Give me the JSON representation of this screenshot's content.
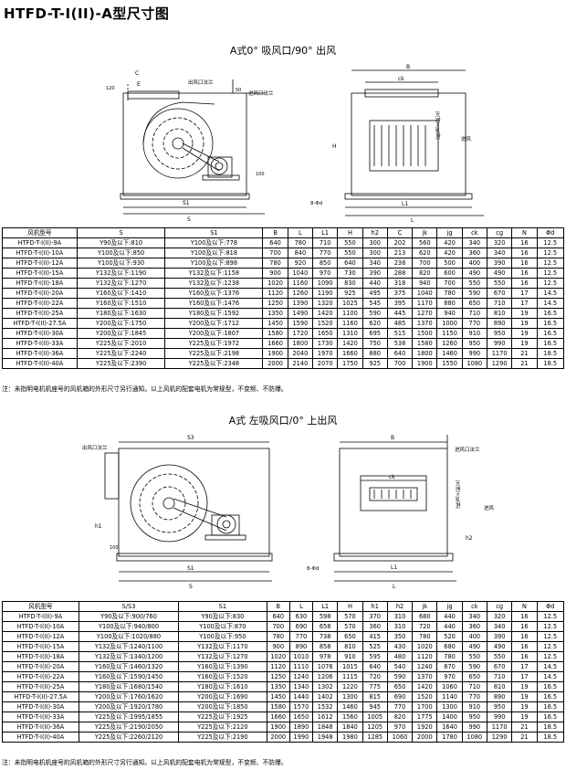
{
  "page_title": "HTFD-T-I(II)-A型尺寸图",
  "section1": {
    "subtitle": "A式0°  吸风口/90°  出风",
    "labels": {
      "C": "C",
      "E": "E",
      "outlet_flange": "出风口法兰",
      "inlet_flange": "进风口法兰",
      "dim_50": "50",
      "dim_100": "100",
      "dim_120": "120",
      "S1": "S1",
      "S": "S",
      "B": "B",
      "ck": "ck",
      "L1": "L1",
      "L": "L",
      "H": "H",
      "jk": "jk(宽)×jg(高)",
      "airflow": "进风",
      "bolt": "8-Φd"
    },
    "columns": [
      "风机型号",
      "S",
      "S1",
      "B",
      "L",
      "L1",
      "H",
      "h2",
      "C",
      "jk",
      "jg",
      "ck",
      "cg",
      "N",
      "Φd"
    ],
    "rows": [
      [
        "HTFD-T-I(II)-9A",
        "Y90及以下:810",
        "Y100及以下:778",
        "640",
        "780",
        "710",
        "550",
        "300",
        "202",
        "560",
        "420",
        "340",
        "320",
        "16",
        "12.5"
      ],
      [
        "HTFD-T-I(II)-10A",
        "Y100及以下:850",
        "Y100及以下:818",
        "700",
        "840",
        "770",
        "550",
        "300",
        "213",
        "620",
        "420",
        "360",
        "340",
        "16",
        "12.5"
      ],
      [
        "HTFD-T-I(II)-12A",
        "Y100及以下:930",
        "Y100及以下:898",
        "780",
        "920",
        "850",
        "640",
        "340",
        "238",
        "700",
        "500",
        "400",
        "390",
        "16",
        "12.5"
      ],
      [
        "HTFD-T-I(II)-15A",
        "Y132及以下:1190",
        "Y132及以下:1158",
        "900",
        "1040",
        "970",
        "730",
        "390",
        "288",
        "820",
        "600",
        "490",
        "490",
        "16",
        "12.5"
      ],
      [
        "HTFD-T-I(II)-18A",
        "Y132及以下:1270",
        "Y132及以下:1238",
        "1020",
        "1160",
        "1090",
        "830",
        "440",
        "318",
        "940",
        "700",
        "550",
        "550",
        "16",
        "12.5"
      ],
      [
        "HTFD-T-I(II)-20A",
        "Y160及以下:1410",
        "Y160及以下:1376",
        "1120",
        "1260",
        "1190",
        "925",
        "495",
        "375",
        "1040",
        "780",
        "590",
        "670",
        "17",
        "14.5"
      ],
      [
        "HTFD-T-I(II)-22A",
        "Y160及以下:1510",
        "Y160及以下:1476",
        "1250",
        "1390",
        "1320",
        "1025",
        "545",
        "395",
        "1170",
        "880",
        "650",
        "710",
        "17",
        "14.5"
      ],
      [
        "HTFD-T-I(II)-25A",
        "Y180及以下:1630",
        "Y180及以下:1592",
        "1350",
        "1490",
        "1420",
        "1100",
        "590",
        "445",
        "1270",
        "940",
        "710",
        "810",
        "19",
        "16.5"
      ],
      [
        "HTFD-T-I(II)-27.5A",
        "Y200及以下:1750",
        "Y200及以下:1712",
        "1450",
        "1590",
        "1520",
        "1160",
        "620",
        "485",
        "1370",
        "1000",
        "770",
        "890",
        "19",
        "16.5"
      ],
      [
        "HTFD-T-I(II)-30A",
        "Y200及以下:1845",
        "Y200及以下:1807",
        "1580",
        "1720",
        "1650",
        "1310",
        "695",
        "515",
        "1500",
        "1150",
        "910",
        "950",
        "19",
        "16.5"
      ],
      [
        "HTFD-T-I(II)-33A",
        "Y225及以下:2010",
        "Y225及以下:1972",
        "1660",
        "1800",
        "1730",
        "1420",
        "750",
        "538",
        "1580",
        "1260",
        "950",
        "990",
        "19",
        "16.5"
      ],
      [
        "HTFD-T-I(II)-36A",
        "Y225及以下:2240",
        "Y225及以下:2198",
        "1900",
        "2040",
        "1970",
        "1660",
        "880",
        "640",
        "1800",
        "1460",
        "990",
        "1170",
        "21",
        "18.5"
      ],
      [
        "HTFD-T-I(II)-40A",
        "Y225及以下:2390",
        "Y225及以下:2348",
        "2000",
        "2140",
        "2070",
        "1750",
        "925",
        "700",
        "1900",
        "1550",
        "1080",
        "1290",
        "21",
        "18.5"
      ]
    ],
    "note": "注：未指明电机机座号的风机箱的外形尺寸另行通知。以上风机的配套电机为常规型，不变频、不防爆。"
  },
  "section2": {
    "subtitle": "A式 左吸风口/0°  上出风",
    "labels": {
      "S3": "S3",
      "S1": "S1",
      "S": "S",
      "outlet_flange": "出风口法兰",
      "inlet_flange": "进风口法兰",
      "h1": "h1",
      "dim_100": "100",
      "B": "B",
      "ck": "ck",
      "L1": "L1",
      "L": "L",
      "h2": "h2",
      "jk": "jk(宽)×jg(高)",
      "airflow": "进风",
      "bolt": "8-Φd"
    },
    "columns": [
      "风机型号",
      "S/S3",
      "S1",
      "B",
      "L",
      "L1",
      "H",
      "h1",
      "h2",
      "jk",
      "jg",
      "ck",
      "cg",
      "N",
      "Φd"
    ],
    "rows": [
      [
        "HTFD-T-I(II)-9A",
        "Y90及以下:900/760",
        "Y90及以下:830",
        "640",
        "630",
        "598",
        "570",
        "370",
        "310",
        "680",
        "440",
        "340",
        "320",
        "16",
        "12.5"
      ],
      [
        "HTFD-T-I(II)-10A",
        "Y100及以下:940/800",
        "Y100及以下:870",
        "700",
        "690",
        "658",
        "570",
        "360",
        "310",
        "720",
        "440",
        "360",
        "340",
        "16",
        "12.5"
      ],
      [
        "HTFD-T-I(II)-12A",
        "Y100及以下:1020/880",
        "Y100及以下:950",
        "780",
        "770",
        "738",
        "650",
        "415",
        "350",
        "780",
        "520",
        "400",
        "390",
        "16",
        "12.5"
      ],
      [
        "HTFD-T-I(II)-15A",
        "Y132及以下:1240/1100",
        "Y132及以下:1170",
        "900",
        "890",
        "858",
        "810",
        "525",
        "430",
        "1020",
        "680",
        "490",
        "490",
        "16",
        "12.5"
      ],
      [
        "HTFD-T-I(II)-18A",
        "Y132及以下:1340/1200",
        "Y132及以下:1270",
        "1020",
        "1010",
        "978",
        "910",
        "595",
        "480",
        "1120",
        "780",
        "550",
        "550",
        "16",
        "12.5"
      ],
      [
        "HTFD-T-I(II)-20A",
        "Y160及以下:1460/1320",
        "Y160及以下:1390",
        "1120",
        "1110",
        "1076",
        "1015",
        "640",
        "540",
        "1240",
        "870",
        "590",
        "670",
        "17",
        "14.5"
      ],
      [
        "HTFD-T-I(II)-22A",
        "Y160及以下:1590/1450",
        "Y160及以下:1520",
        "1250",
        "1240",
        "1206",
        "1115",
        "720",
        "590",
        "1370",
        "970",
        "650",
        "710",
        "17",
        "14.5"
      ],
      [
        "HTFD-T-I(II)-25A",
        "Y180及以下:1680/1540",
        "Y180及以下:1610",
        "1350",
        "1340",
        "1302",
        "1220",
        "775",
        "650",
        "1420",
        "1060",
        "710",
        "810",
        "19",
        "16.5"
      ],
      [
        "HTFD-T-I(II)-27.5A",
        "Y200及以下:1760/1620",
        "Y200及以下:1690",
        "1450",
        "1440",
        "1402",
        "1300",
        "815",
        "690",
        "1520",
        "1140",
        "770",
        "890",
        "19",
        "16.5"
      ],
      [
        "HTFD-T-I(II)-30A",
        "Y200及以下:1920/1780",
        "Y200及以下:1850",
        "1580",
        "1570",
        "1532",
        "1460",
        "945",
        "770",
        "1700",
        "1300",
        "910",
        "950",
        "19",
        "16.5"
      ],
      [
        "HTFD-T-I(II)-33A",
        "Y225及以下:1995/1855",
        "Y225及以下:1925",
        "1660",
        "1650",
        "1612",
        "1560",
        "1005",
        "820",
        "1775",
        "1400",
        "950",
        "990",
        "19",
        "16.5"
      ],
      [
        "HTFD-T-I(II)-36A",
        "Y225及以下:2190/2050",
        "Y225及以下:2120",
        "1900",
        "1890",
        "1848",
        "1840",
        "1205",
        "970",
        "1920",
        "1640",
        "990",
        "1170",
        "21",
        "18.5"
      ],
      [
        "HTFD-T-I(II)-40A",
        "Y225及以下:2260/2120",
        "Y225及以下:2190",
        "2000",
        "1990",
        "1948",
        "1980",
        "1285",
        "1060",
        "2000",
        "1780",
        "1080",
        "1290",
        "21",
        "18.5"
      ]
    ],
    "note": "注：未指明电机机座号的风机箱的外形尺寸另行通知。以上风机的配套电机为常规型，不变频、不防爆。"
  }
}
